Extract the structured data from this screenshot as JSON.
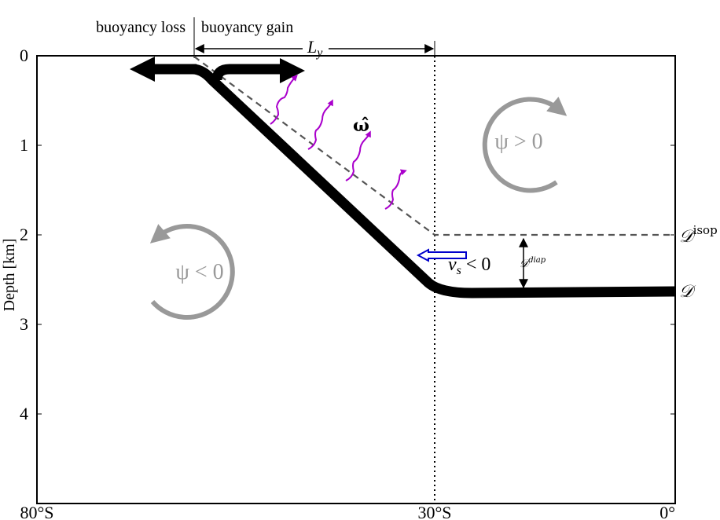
{
  "diagram": {
    "y_axis": {
      "label": "Depth [km]",
      "ticks": [
        "0",
        "1",
        "2",
        "3",
        "4"
      ]
    },
    "x_axis": {
      "ticks": [
        "80°S",
        "30°S",
        "0°"
      ]
    },
    "annotations": {
      "buoyancy_loss": "buoyancy loss",
      "buoyancy_gain": "buoyancy gain",
      "length_scale": "L",
      "length_scale_sub": "y",
      "vorticity": "ω̂",
      "psi_positive": "ψ > 0",
      "psi_negative": "ψ < 0",
      "d_isop": "𝒟",
      "d_isop_sup": "isop",
      "d_diap": "𝒟",
      "d_diap_sup": "diap",
      "d_main": "𝒟",
      "vs_main": "v",
      "vs_sub": "s",
      "vs_rel": " < 0"
    },
    "colors": {
      "pycnocline": "#000000",
      "circulation": "#999999",
      "waves": "#aa00cc",
      "velocity_arrow": "#0000cc",
      "dashed": "#555555"
    }
  }
}
